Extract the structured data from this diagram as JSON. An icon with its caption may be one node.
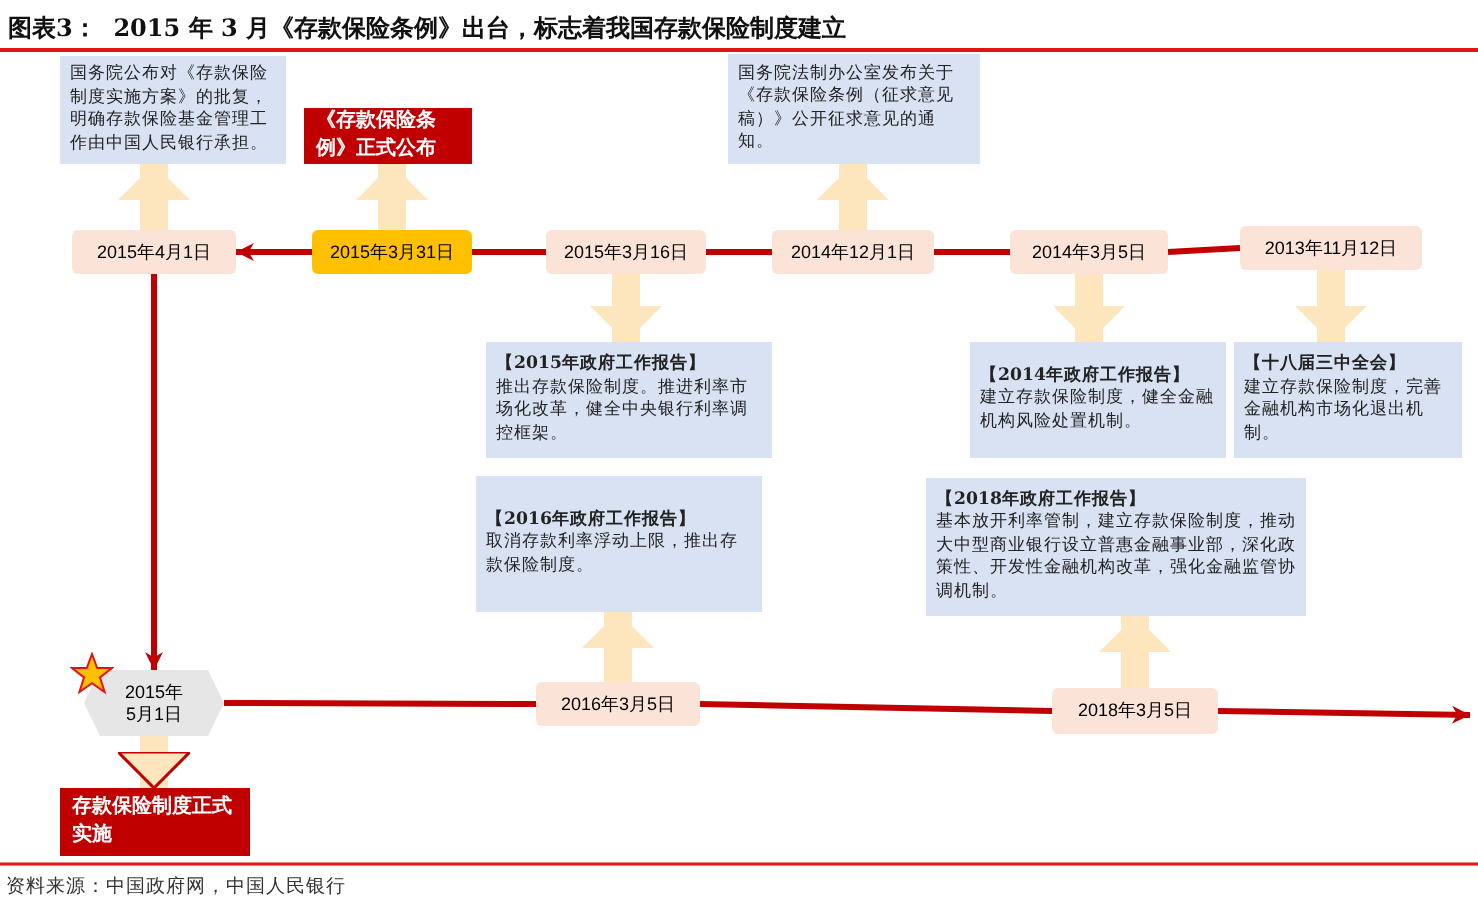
{
  "diagram": {
    "title": "图表3：  2015 年 3 月《存款保险条例》出台，标志着我国存款保险制度建立",
    "nodes": [
      {
        "text": [
          "国务院公布对《存款保险制度实施方案》的批复，明确存款保险基金管理工作由中国人民银行承担。"
        ]
      },
      {
        "text": [
          "《存款保险条例》正式公布"
        ]
      },
      {
        "text": [
          "国务院法制办公室发布关于《存款保险条例（征求意见稿）》公开征求意见的通知。"
        ]
      },
      {
        "text": [
          "2015年4月1日"
        ]
      },
      {
        "text": [
          "2015年3月31日"
        ]
      },
      {
        "text": [
          "2015年3月16日"
        ]
      },
      {
        "text": [
          "2014年12月1日"
        ]
      },
      {
        "text": [
          "2014年3月5日"
        ]
      },
      {
        "text": [
          "2013年11月12日"
        ]
      },
      {
        "text": [
          "【2015年政府工作报告】",
          "推出存款保险制度。推进利率市场化改革，健全中央银行利率调控框架。"
        ]
      },
      {
        "text": [
          "【2014年政府工作报告】",
          "建立存款保险制度，健全金融机构风险处置机制。"
        ]
      },
      {
        "text": [
          "【十八届三中全会】",
          "建立存款保险制度，完善金融机构市场化退出机制。"
        ]
      },
      {
        "text": [
          "【2016年政府工作报告】",
          "取消存款利率浮动上限，推出存款保险制度。"
        ]
      },
      {
        "text": [
          "【2018年政府工作报告】",
          "基本放开利率管制，建立存款保险制度，推动大中型商业银行设立普惠金融事业部，深化政策性、开发性金融机构改革，强化金融监管协调机制。"
        ]
      },
      {
        "text": [
          "2015年5月1日"
        ]
      },
      {
        "text": [
          "存款保险制度正式实施"
        ]
      },
      {
        "text": [
          "2016年3月5日"
        ]
      },
      {
        "text": [
          "2018年3月5日"
        ]
      }
    ],
    "edges": [
      {
        "from": 8,
        "to": 7,
        "arrow": "none"
      },
      {
        "from": 7,
        "to": 6,
        "arrow": "none"
      },
      {
        "from": 6,
        "to": 5,
        "arrow": "none"
      },
      {
        "from": 5,
        "to": 4,
        "arrow": "none"
      },
      {
        "from": 4,
        "to": 3,
        "arrow": "to"
      },
      {
        "from": 3,
        "to": 14,
        "arrow": "to"
      },
      {
        "from": 14,
        "to": 16,
        "arrow": "none"
      },
      {
        "from": 16,
        "to": 17,
        "arrow": "none"
      },
      {
        "from": 17,
        "to": null,
        "arrow": "to"
      },
      {
        "from": 3,
        "to": 0,
        "arrow": "to",
        "style": "thick",
        "color": "#fde5bd"
      },
      {
        "from": 4,
        "to": 1,
        "arrow": "to",
        "style": "thick",
        "color": "#fde5bd"
      },
      {
        "from": 6,
        "to": 2,
        "arrow": "to",
        "style": "thick",
        "color": "#fde5bd"
      },
      {
        "from": 5,
        "to": 9,
        "arrow": "to",
        "style": "thick",
        "color": "#fde5bd"
      },
      {
        "from": 7,
        "to": 10,
        "arrow": "to",
        "style": "thick",
        "color": "#fde5bd"
      },
      {
        "from": 8,
        "to": 11,
        "arrow": "to",
        "style": "thick",
        "color": "#fde5bd"
      },
      {
        "from": 16,
        "to": 12,
        "arrow": "to",
        "style": "thick",
        "color": "#fde5bd"
      },
      {
        "from": 17,
        "to": 13,
        "arrow": "to",
        "style": "thick",
        "color": "#fde5bd"
      },
      {
        "from": 14,
        "to": 15,
        "arrow": "to",
        "style": "thick",
        "color": "#fde5bd"
      }
    ],
    "labels": [
      "资料来源：中国政府网，中国人民银行"
    ]
  }
}
